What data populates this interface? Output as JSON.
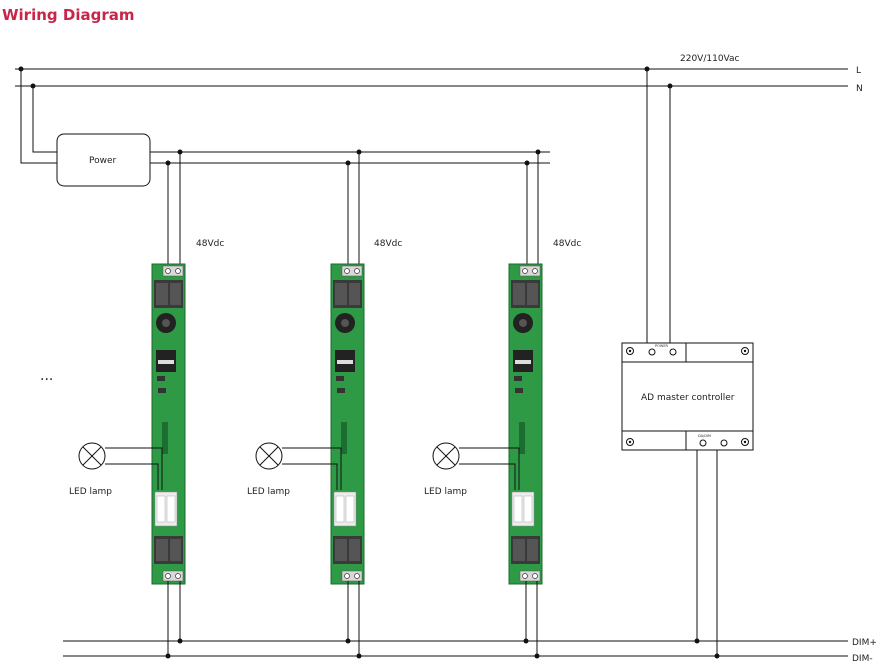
{
  "title": "Wiring Diagram",
  "mains_label": "220V/110Vac",
  "line_labels": {
    "L": "L",
    "N": "N",
    "dim_plus": "DIM+",
    "dim_minus": "DIM-"
  },
  "power_label": "Power",
  "dc_label": "48Vdc",
  "lamp_label": "LED lamp",
  "controller": {
    "label": "AD master controller",
    "top_terminal_label": "POWER",
    "bottom_terminal_label": "DA/DIM"
  },
  "ellipsis": "...",
  "drivers": [
    {
      "dc_label": "48Vdc",
      "lamp_label": "LED lamp"
    },
    {
      "dc_label": "48Vdc",
      "lamp_label": "LED lamp"
    },
    {
      "dc_label": "48Vdc",
      "lamp_label": "LED lamp"
    }
  ],
  "colors": {
    "title": "#c8254b",
    "pcb": "#2f9a45",
    "wire": "#111111"
  }
}
